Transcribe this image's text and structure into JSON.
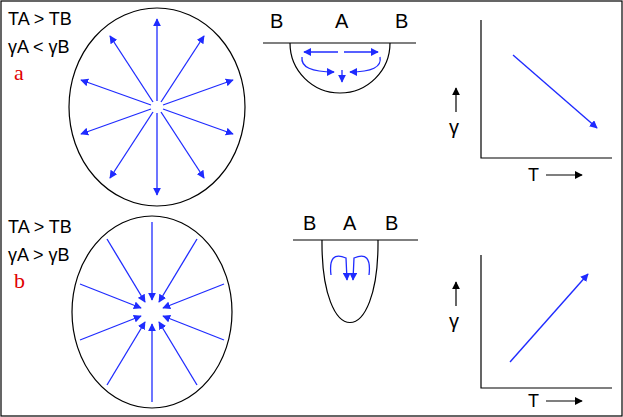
{
  "diagram": {
    "labels": [
      "TA > TB",
      "γA < γB",
      "a",
      "B",
      "A",
      "B",
      "γ",
      "T",
      "TA > TB",
      "γA > γB",
      "b",
      "B",
      "A",
      "B",
      "γ",
      "T"
    ]
  }
}
